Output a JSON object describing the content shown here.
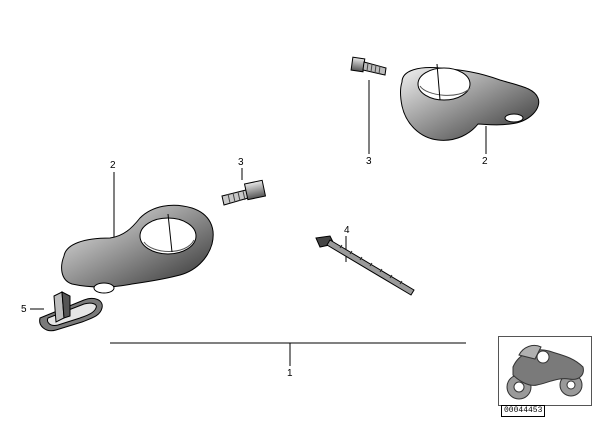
{
  "callouts": {
    "c1": "1",
    "c2_top": "2",
    "c2_left": "2",
    "c3_center": "3",
    "c3_top": "3",
    "c4": "4",
    "c5": "5"
  },
  "thumbnail": {
    "reference_code": "00044453"
  },
  "colors": {
    "ink": "#000000",
    "shade_dark": "#3a3a3a",
    "shade_mid": "#8a8a8a",
    "shade_light": "#d8d8d8",
    "background": "#ffffff"
  }
}
